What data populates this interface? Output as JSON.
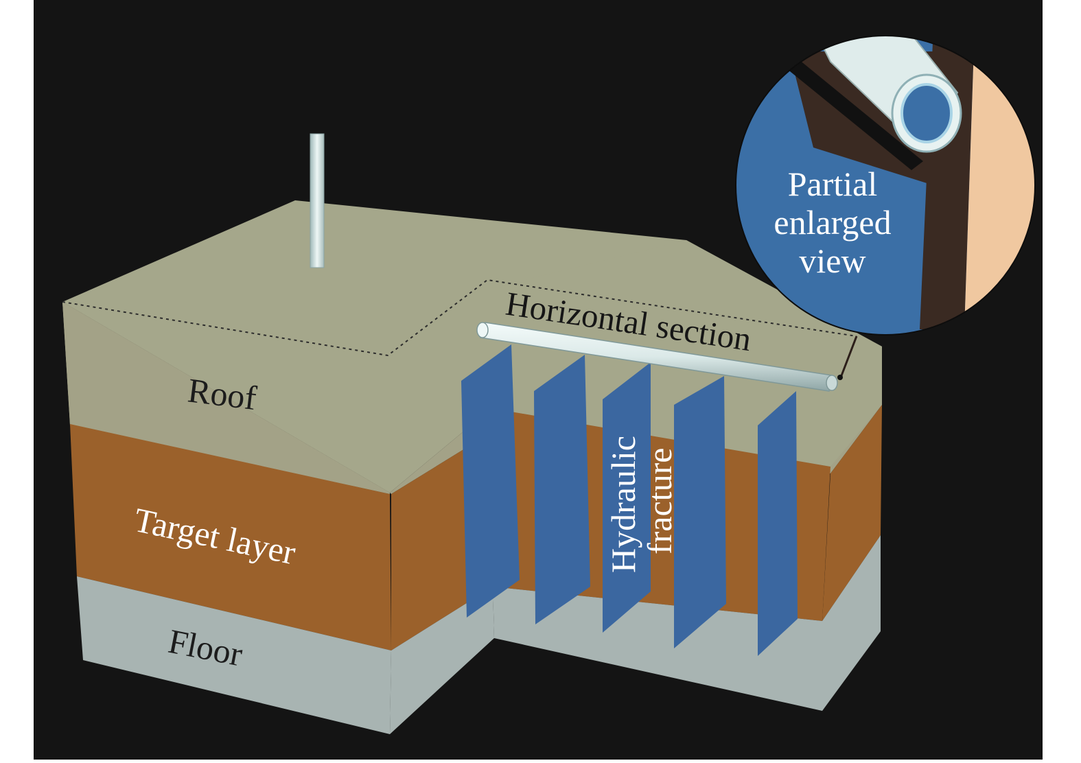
{
  "labels": {
    "roof": "Roof",
    "target_layer": "Target layer",
    "floor": "Floor",
    "horizontal_section": "Horizontal section",
    "hydraulic": "Hydraulic",
    "fracture": "fracture",
    "partial_line1": "Partial",
    "partial_line2": "enlarged",
    "partial_line3": "view"
  },
  "colors": {
    "background": "#141414",
    "roof_top": "#a4a68a",
    "roof_side": "#a3a287",
    "target_layer": "#9a612a",
    "floor": "#a8b4b2",
    "fracture": "#3b67a0",
    "pipe": "#dfeceb",
    "inset_blue": "#3b6fa6",
    "inset_brown": "#3a2a22",
    "inset_tan": "#f0c8a0"
  }
}
